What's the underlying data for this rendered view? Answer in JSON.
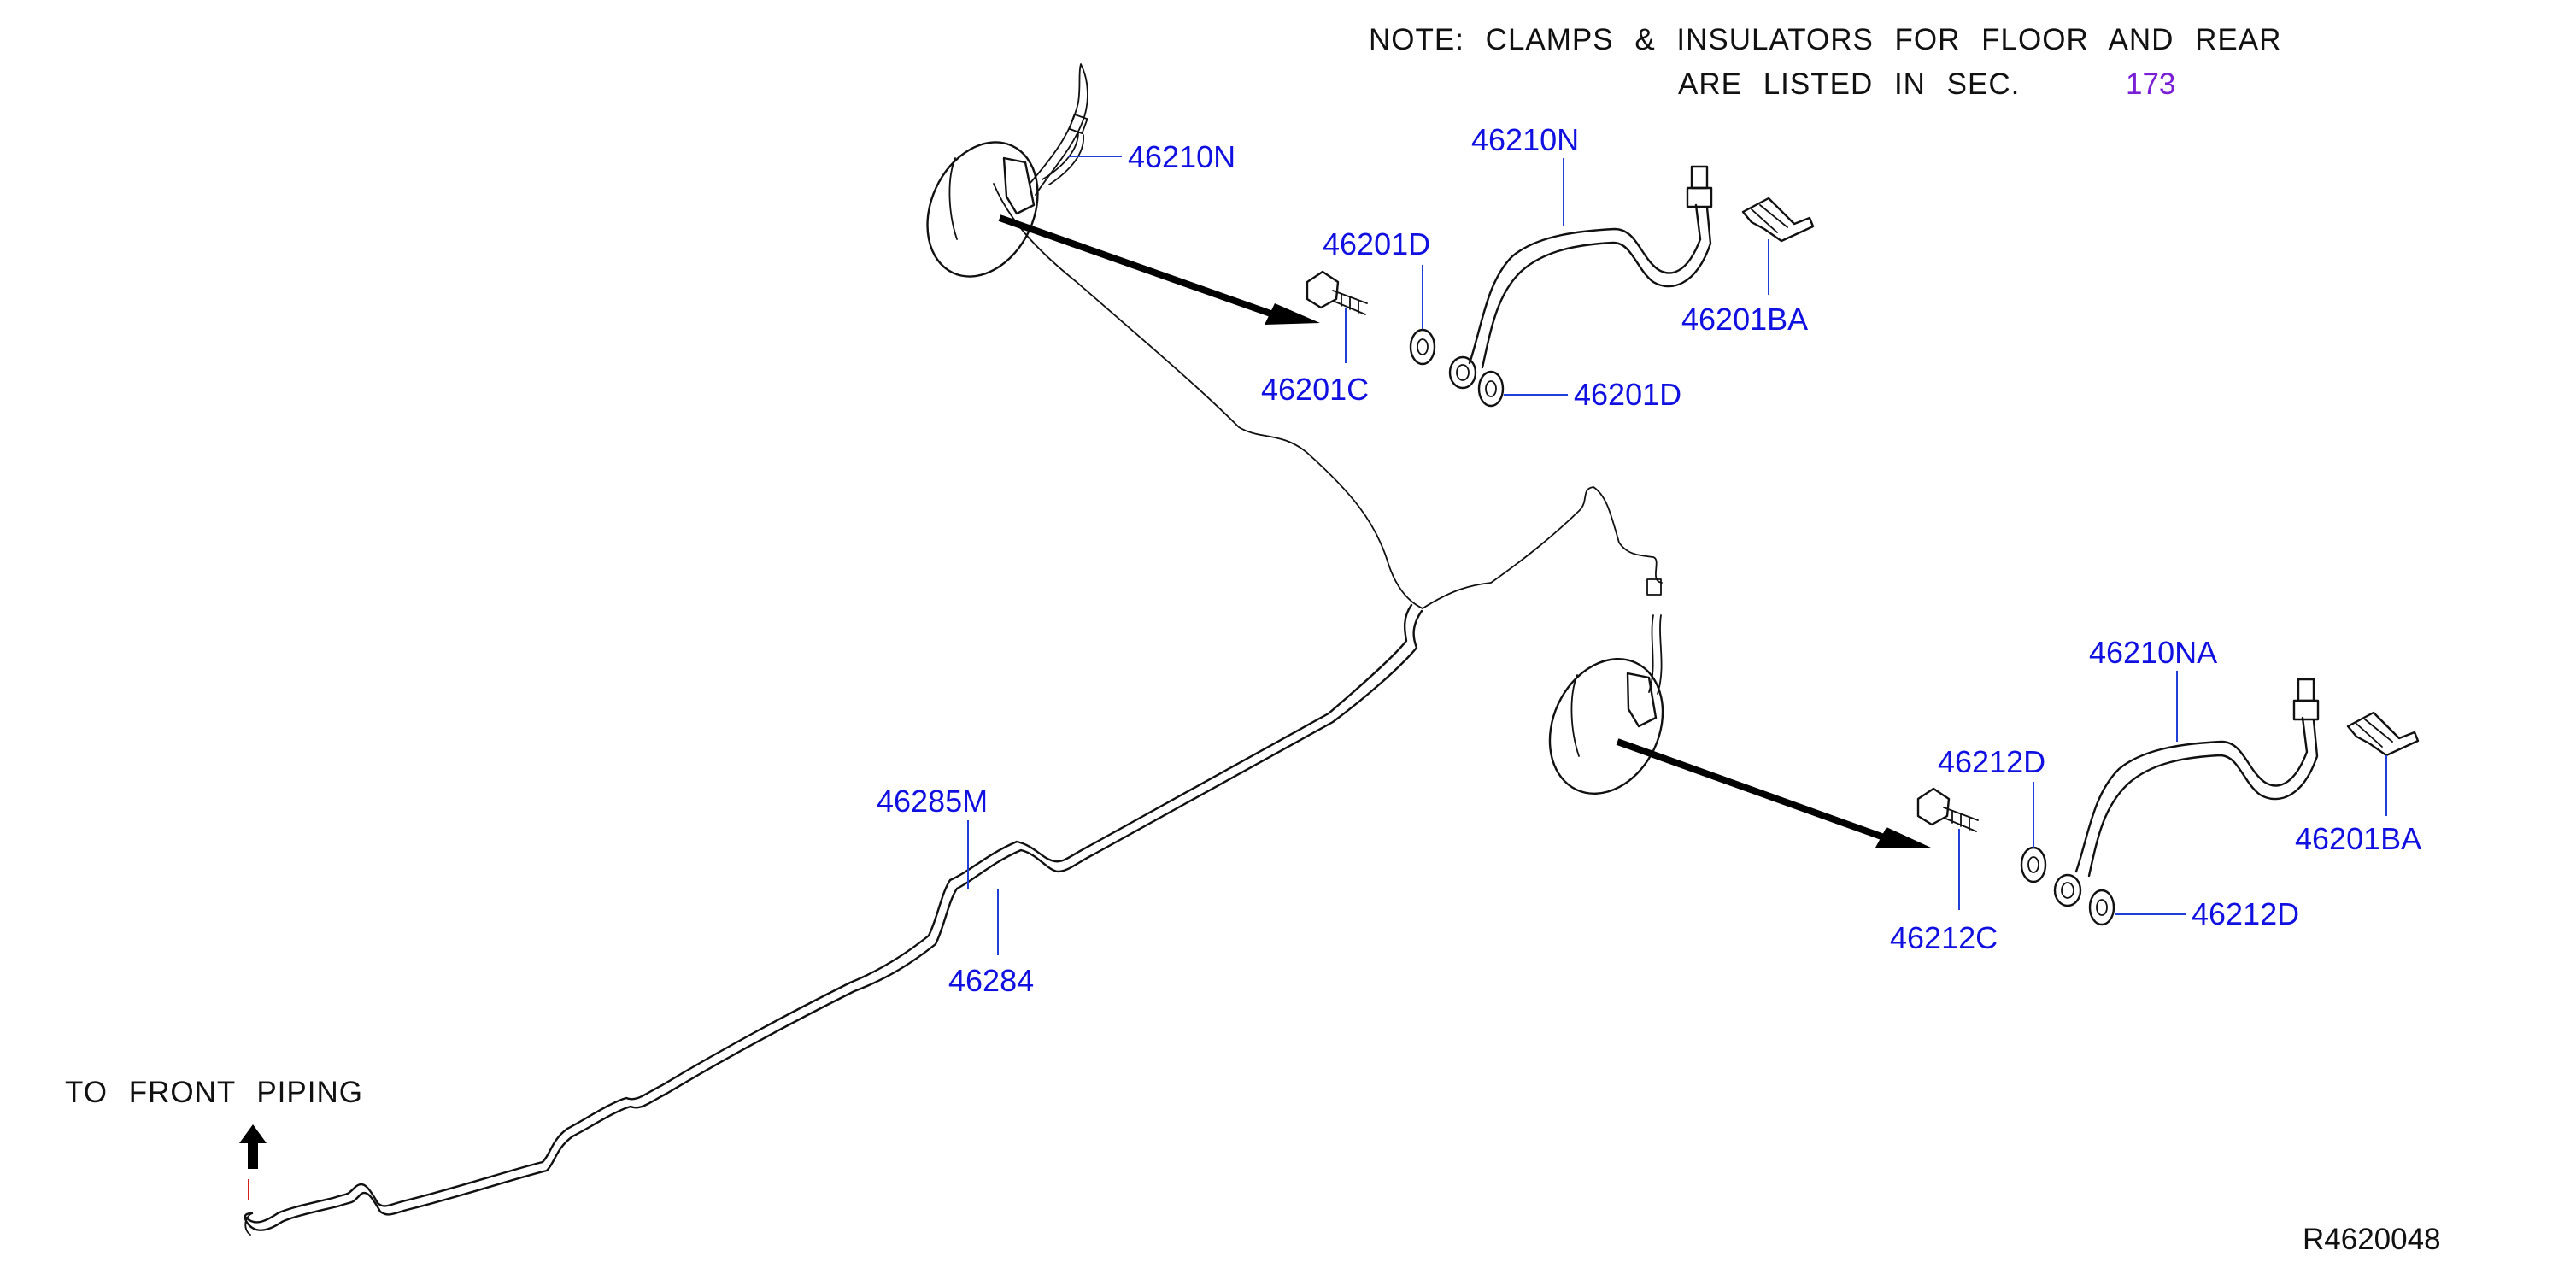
{
  "note": {
    "line1": "NOTE:  CLAMPS  &  INSULATORS  FOR  FLOOR  AND  REAR",
    "line2": "ARE  LISTED  IN  SEC.",
    "section_link": "173"
  },
  "front_piping_label": "TO  FRONT  PIPING",
  "diagram_ref": "R4620048",
  "parts": {
    "hose_n_top": "46210N",
    "hose_n_detail": "46210N",
    "washer_d_1": "46201D",
    "bolt_c_1": "46201C",
    "washer_d_2": "46201D",
    "clip_ba_1": "46201BA",
    "hose_na": "46210NA",
    "washer_212d_1": "46212D",
    "bolt_212c": "46212C",
    "washer_212d_2": "46212D",
    "clip_ba_2": "46201BA",
    "tube_285m": "46285M",
    "tube_284": "46284"
  },
  "colors": {
    "part_label": "#1010e0",
    "section_link": "#7a1fd6",
    "line": "#111111"
  }
}
